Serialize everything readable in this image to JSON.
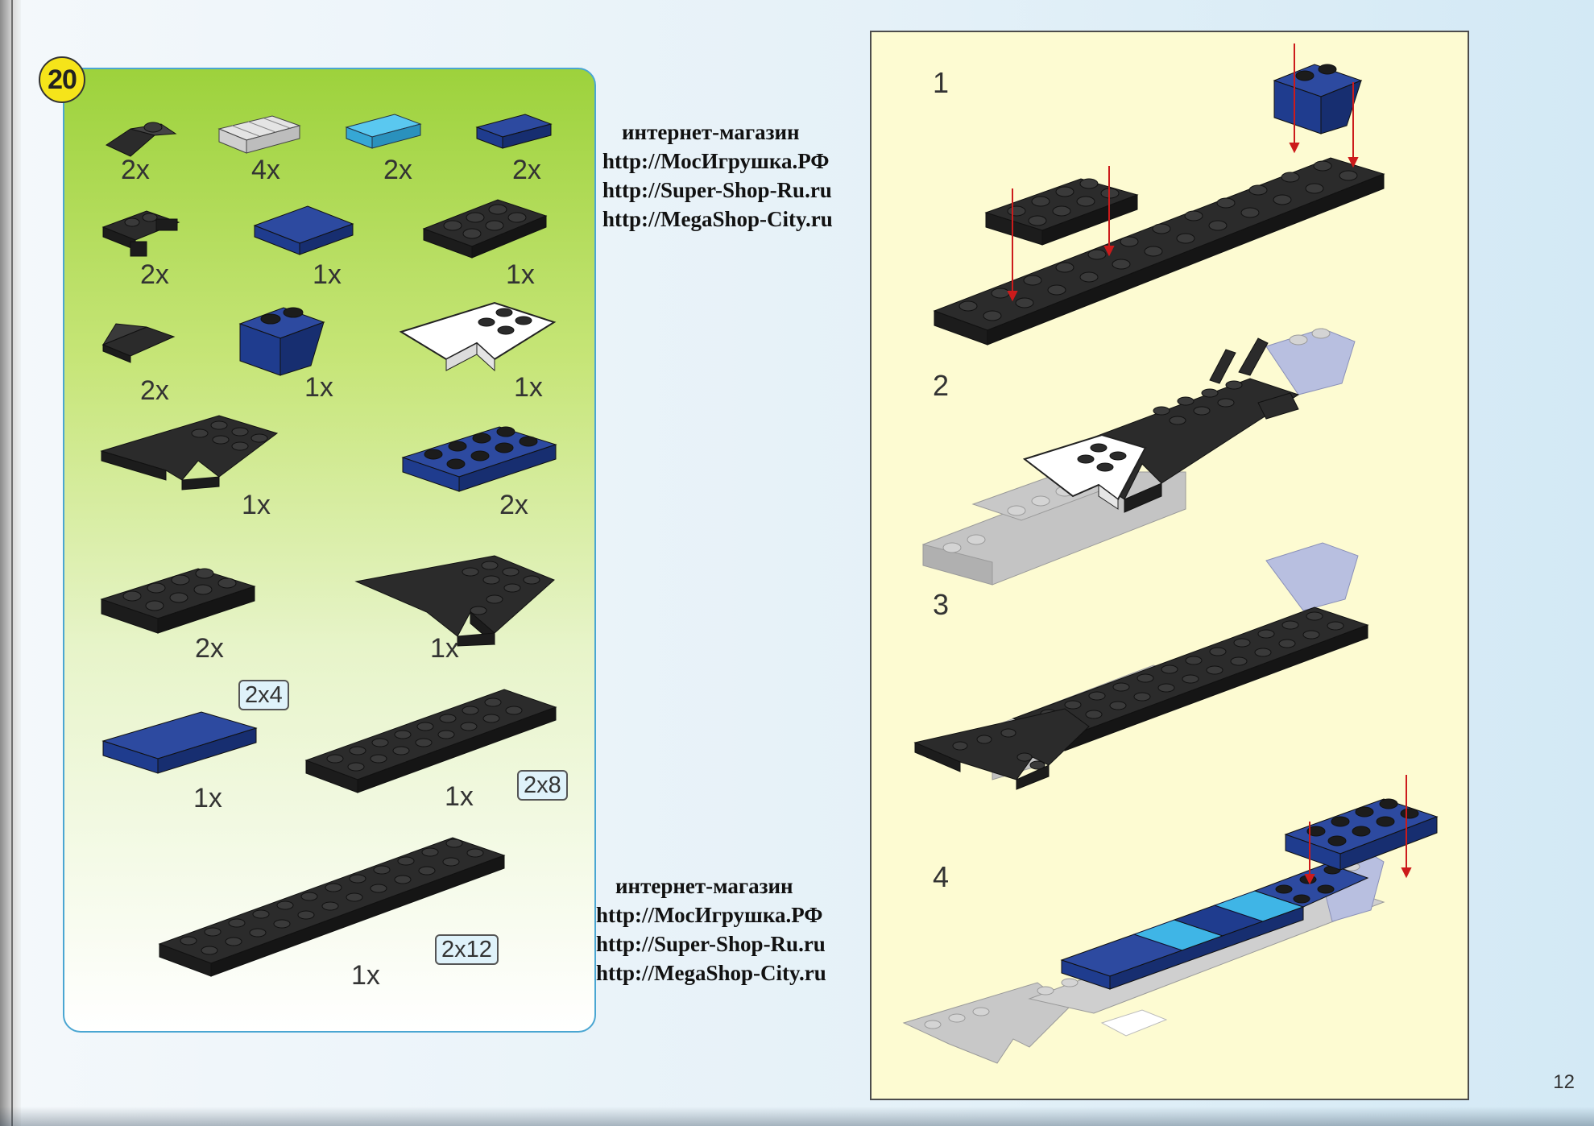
{
  "step_number": "20",
  "page_number": "12",
  "parts": [
    {
      "qty": "2x",
      "icon": "black-tooth-piece"
    },
    {
      "qty": "4x",
      "icon": "light-gray-grille-tile"
    },
    {
      "qty": "2x",
      "icon": "light-blue-tile"
    },
    {
      "qty": "2x",
      "icon": "blue-tile"
    },
    {
      "qty": "2x",
      "icon": "black-clip-plate"
    },
    {
      "qty": "1x",
      "icon": "blue-square-tile"
    },
    {
      "qty": "1x",
      "icon": "black-plate-2x3"
    },
    {
      "qty": "2x",
      "icon": "black-slope"
    },
    {
      "qty": "1x",
      "icon": "blue-inverted-slope"
    },
    {
      "qty": "1x",
      "icon": "white-wedge-plate"
    },
    {
      "qty": "1x",
      "icon": "black-wing-plate-small"
    },
    {
      "qty": "2x",
      "icon": "blue-plate-2x4"
    },
    {
      "qty": "2x",
      "icon": "black-plate-2x4"
    },
    {
      "qty": "1x",
      "icon": "black-wing-plate-large"
    },
    {
      "qty": "1x",
      "icon": "blue-tile-2x4",
      "size": "2x4"
    },
    {
      "qty": "1x",
      "icon": "black-plate-2x8",
      "size": "2x8"
    },
    {
      "qty": "1x",
      "icon": "black-plate-2x12",
      "size": "2x12"
    }
  ],
  "steps": [
    {
      "label": "1"
    },
    {
      "label": "2"
    },
    {
      "label": "3"
    },
    {
      "label": "4"
    }
  ],
  "shop_blocks": [
    {
      "heading": "интернет-магазин",
      "links": [
        "http://МосИгрушка.РФ",
        "http://Super-Shop-Ru.ru",
        "http://MegaShop-City.ru"
      ]
    },
    {
      "heading": "интернет-магазин",
      "links": [
        "http://МосИгрушка.РФ",
        "http://Super-Shop-Ru.ru",
        "http://MegaShop-City.ru"
      ]
    }
  ],
  "colors": {
    "black_brick": "#2b2b2b",
    "blue_brick": "#1f3c8e",
    "light_blue_brick": "#3fb5e6",
    "white_brick": "#ffffff",
    "ghost_brick": "#c4c4c4",
    "panel_green": "#9dd23c",
    "panel_yellow": "#fdfbd2",
    "badge_yellow": "#f5e41a",
    "arrow_red": "#cc1b1b"
  }
}
